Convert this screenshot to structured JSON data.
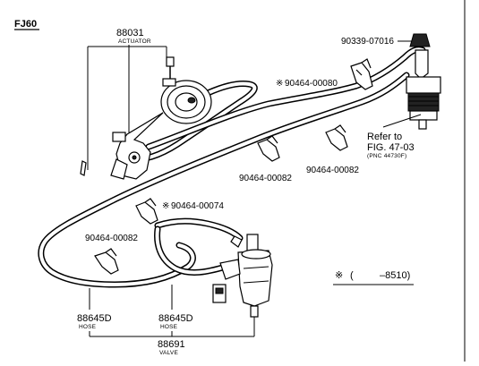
{
  "diagram": {
    "model_code": "FJ60",
    "parts": [
      {
        "number": "88031",
        "name": "ACTUATOR"
      },
      {
        "number": "90339-07016",
        "name": ""
      },
      {
        "number": "90464-00080",
        "name": "",
        "mark": "※"
      },
      {
        "number": "90464-00082",
        "name": ""
      },
      {
        "number": "90464-00082",
        "name": ""
      },
      {
        "number": "90464-00074",
        "name": "",
        "mark": "※"
      },
      {
        "number": "90464-00082",
        "name": ""
      },
      {
        "number": "88645D",
        "name": "HOSE"
      },
      {
        "number": "88645D",
        "name": "HOSE"
      },
      {
        "number": "88691",
        "name": "VALVE"
      }
    ],
    "reference": {
      "line1": "Refer to",
      "line2": "FIG. 47-03",
      "line3": "(PNC 44730F)"
    },
    "footnote": {
      "mark": "※",
      "open": "(",
      "range": "–8510)"
    },
    "colors": {
      "ink": "#000000",
      "paper": "#ffffff"
    }
  }
}
